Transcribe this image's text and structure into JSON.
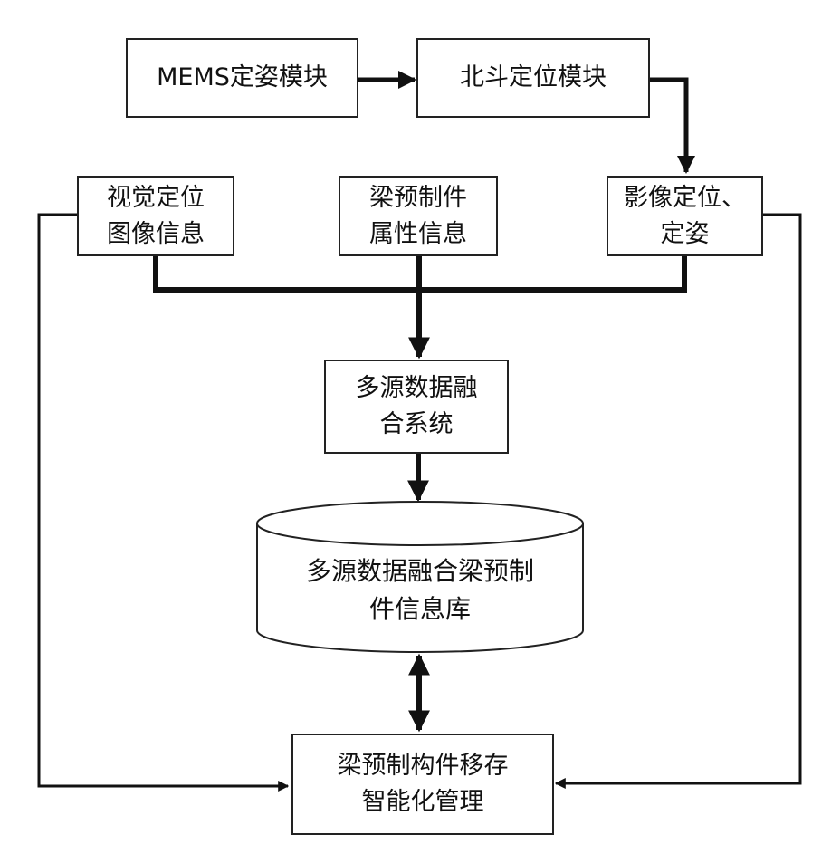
{
  "nodes": {
    "mems": {
      "lines": [
        "MEMS定姿模块"
      ]
    },
    "beidou": {
      "lines": [
        "北斗定位模块"
      ]
    },
    "visual": {
      "lines": [
        "视觉定位",
        "图像信息"
      ]
    },
    "beam_attr": {
      "lines": [
        "梁预制件",
        "属性信息"
      ]
    },
    "image_pose": {
      "lines": [
        "影像定位、",
        "定姿"
      ]
    },
    "fusion": {
      "lines": [
        "多源数据融",
        "合系统"
      ]
    },
    "database": {
      "lines": [
        "多源数据融合梁预制",
        "件信息库"
      ]
    },
    "management": {
      "lines": [
        "梁预制构件移存",
        "智能化管理"
      ]
    }
  },
  "colors": {
    "line": "#111111",
    "border": "#222222",
    "background": "#ffffff"
  }
}
